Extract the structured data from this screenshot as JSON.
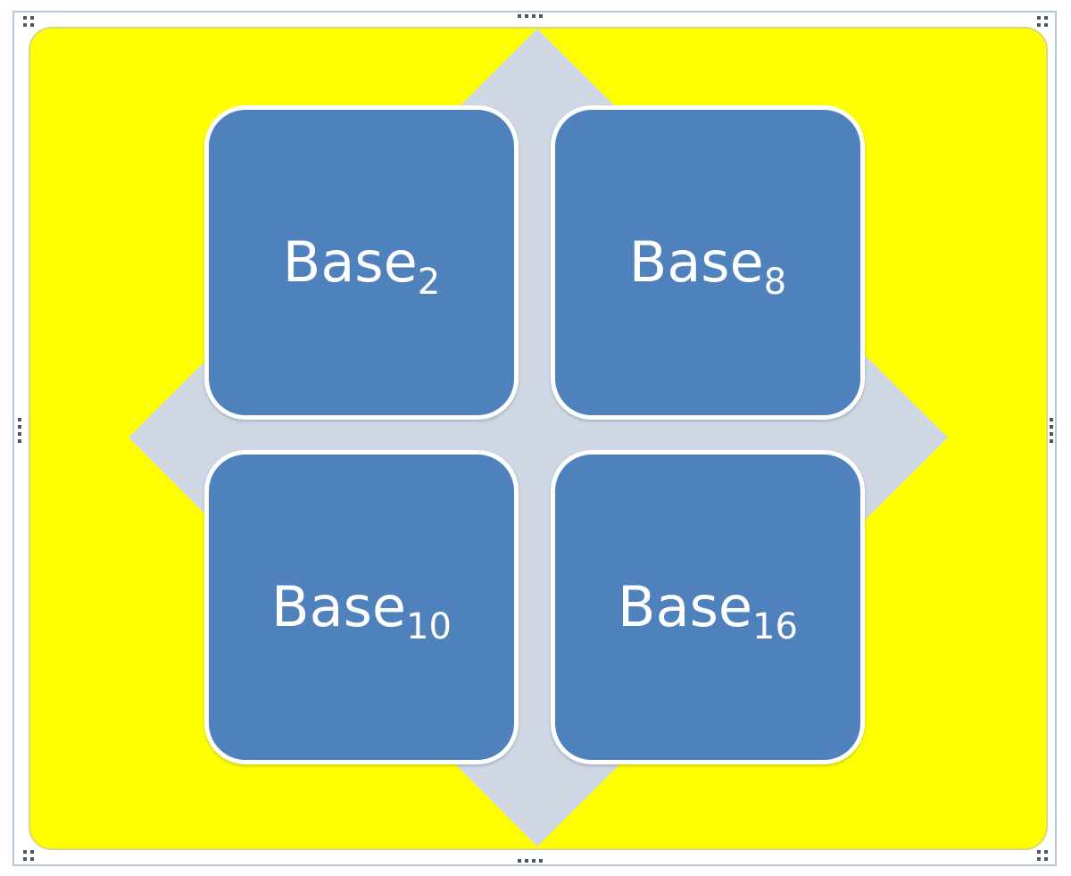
{
  "colors": {
    "panel": "#ffff00",
    "diamond": "#cfd6e4",
    "tile": "#4f81bd",
    "tile_text": "#ffffff",
    "frame": "#b7c6d4"
  },
  "tiles": [
    {
      "base": "Base",
      "sub": "2"
    },
    {
      "base": "Base",
      "sub": "8"
    },
    {
      "base": "Base",
      "sub": "10"
    },
    {
      "base": "Base",
      "sub": "16"
    }
  ]
}
